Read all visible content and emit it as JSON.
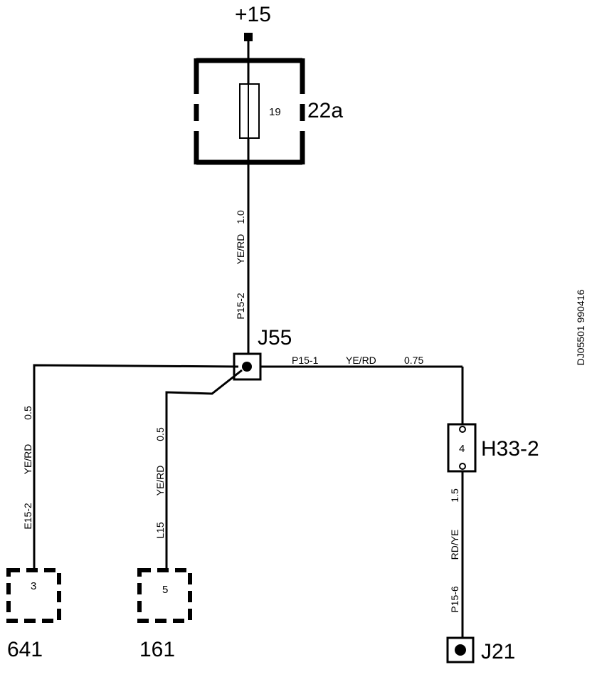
{
  "supply": {
    "label": "+15"
  },
  "fuse_box": {
    "label": "22a",
    "fuse_number": "19"
  },
  "junction": {
    "label": "J55"
  },
  "wires": {
    "top": {
      "id": "P15-2",
      "color": "YE/RD",
      "size": "1.0"
    },
    "right": {
      "id": "P15-1",
      "color": "YE/RD",
      "size": "0.75"
    },
    "left": {
      "id": "E15-2",
      "color": "YE/RD",
      "size": "0.5"
    },
    "middle": {
      "id": "L15",
      "color": "YE/RD",
      "size": "0.5"
    },
    "lower_right": {
      "id": "P15-6",
      "color": "RD/YE",
      "size": "1.5"
    }
  },
  "connector": {
    "label": "H33-2",
    "pin": "4"
  },
  "components": [
    {
      "label": "641",
      "pin": "3"
    },
    {
      "label": "161",
      "pin": "5"
    }
  ],
  "ground": {
    "label": "J21"
  },
  "reference": "DJ05501 990416",
  "colors": {
    "line": "#000000",
    "background": "#ffffff"
  }
}
